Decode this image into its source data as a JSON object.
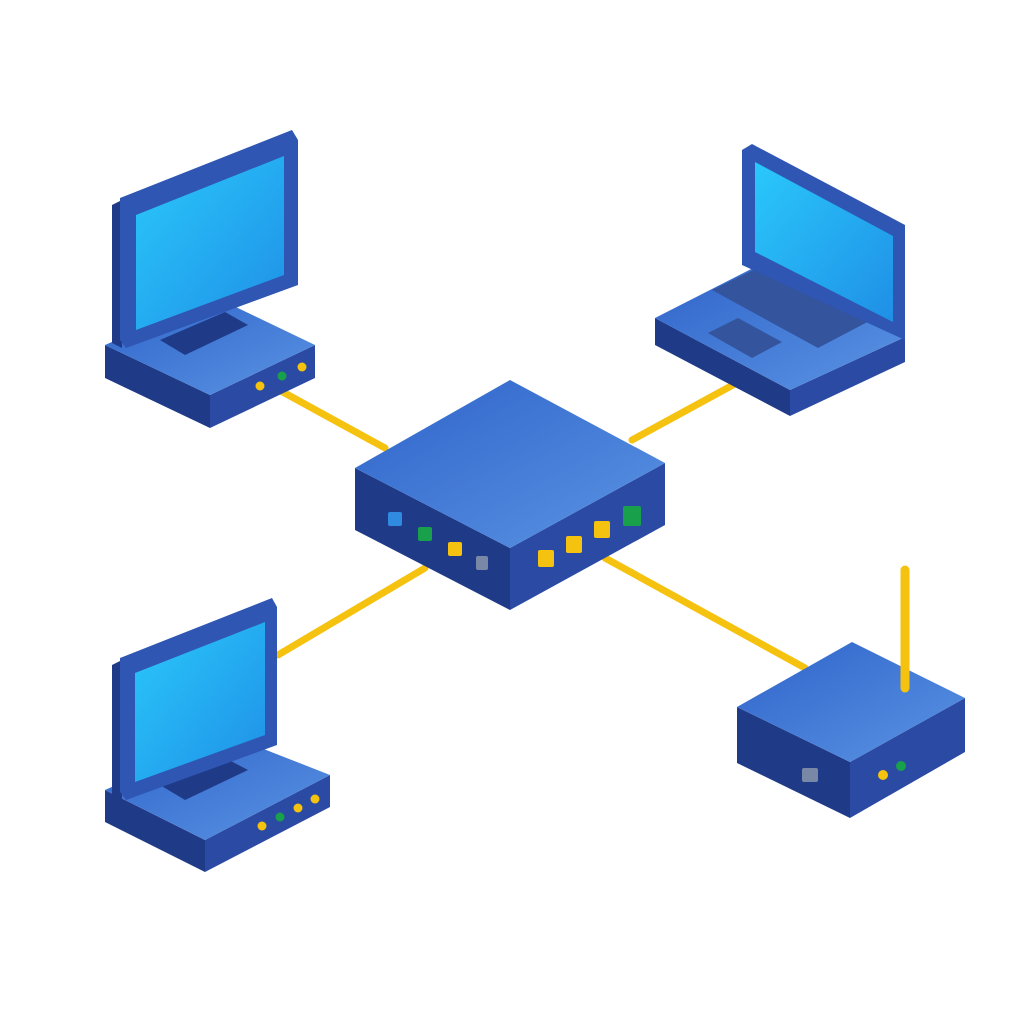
{
  "diagram": {
    "type": "network-topology",
    "hub": {
      "name": "network-switch",
      "icon": "switch-icon",
      "port_leds_left": [
        "blue",
        "green",
        "yellow",
        "gray"
      ],
      "port_leds_right": [
        "yellow",
        "yellow",
        "yellow",
        "green"
      ]
    },
    "nodes": [
      {
        "name": "desktop-computer-top-left",
        "icon": "desktop-icon"
      },
      {
        "name": "laptop-top-right",
        "icon": "laptop-icon"
      },
      {
        "name": "desktop-computer-bottom-left",
        "icon": "desktop-icon"
      },
      {
        "name": "wireless-router-bottom-right",
        "icon": "router-icon"
      }
    ],
    "links": [
      [
        "network-switch",
        "desktop-computer-top-left"
      ],
      [
        "network-switch",
        "laptop-top-right"
      ],
      [
        "network-switch",
        "desktop-computer-bottom-left"
      ],
      [
        "network-switch",
        "wireless-router-bottom-right"
      ]
    ]
  },
  "colors": {
    "top": "#3f78d8",
    "side_dark": "#1f3a86",
    "side_mid": "#2a4aa3",
    "frame": "#2f56b3",
    "screen": "#2bb6f4",
    "cable": "#f5c20f",
    "led_blue": "#2f8ae0",
    "led_green": "#18a04a",
    "led_yellow": "#f5c20f",
    "led_gray": "#7a88a8",
    "keyboard": "#34549e"
  }
}
